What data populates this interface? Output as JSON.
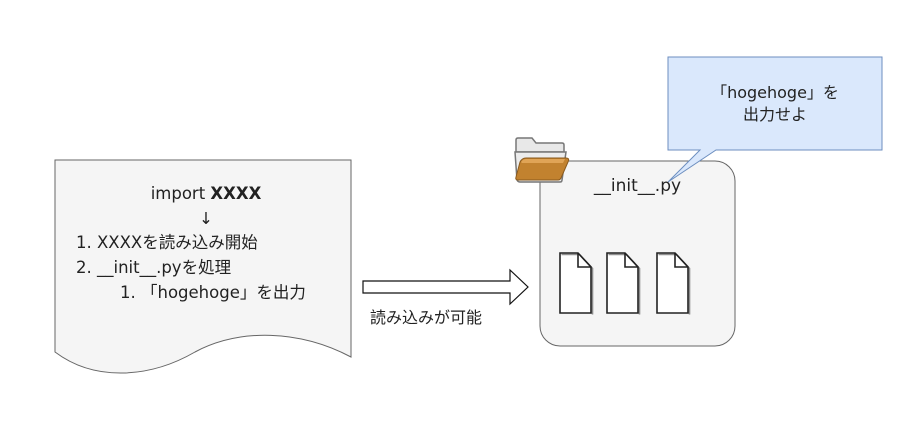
{
  "script_doc": {
    "import_prefix": "import ",
    "import_module": "XXXX",
    "down_arrow": "↓",
    "step1": "1. XXXXを読み込み開始",
    "step2": "2. __init__.pyを処理",
    "substep1": "1. 「hogehoge」を出力"
  },
  "arrow": {
    "label": "読み込みが可能"
  },
  "package": {
    "title": "__init__.py",
    "folder_icon": "folder-icon",
    "file_icon": "file-icon",
    "file_count": 3
  },
  "callout": {
    "line1": "「hogehoge」を",
    "line2": "出力せよ"
  },
  "colors": {
    "doc_fill": "#f5f5f5",
    "stroke": "#666666",
    "callout_fill": "#dae8fc",
    "callout_stroke": "#6c8ebf",
    "folder": "#c2822f"
  }
}
